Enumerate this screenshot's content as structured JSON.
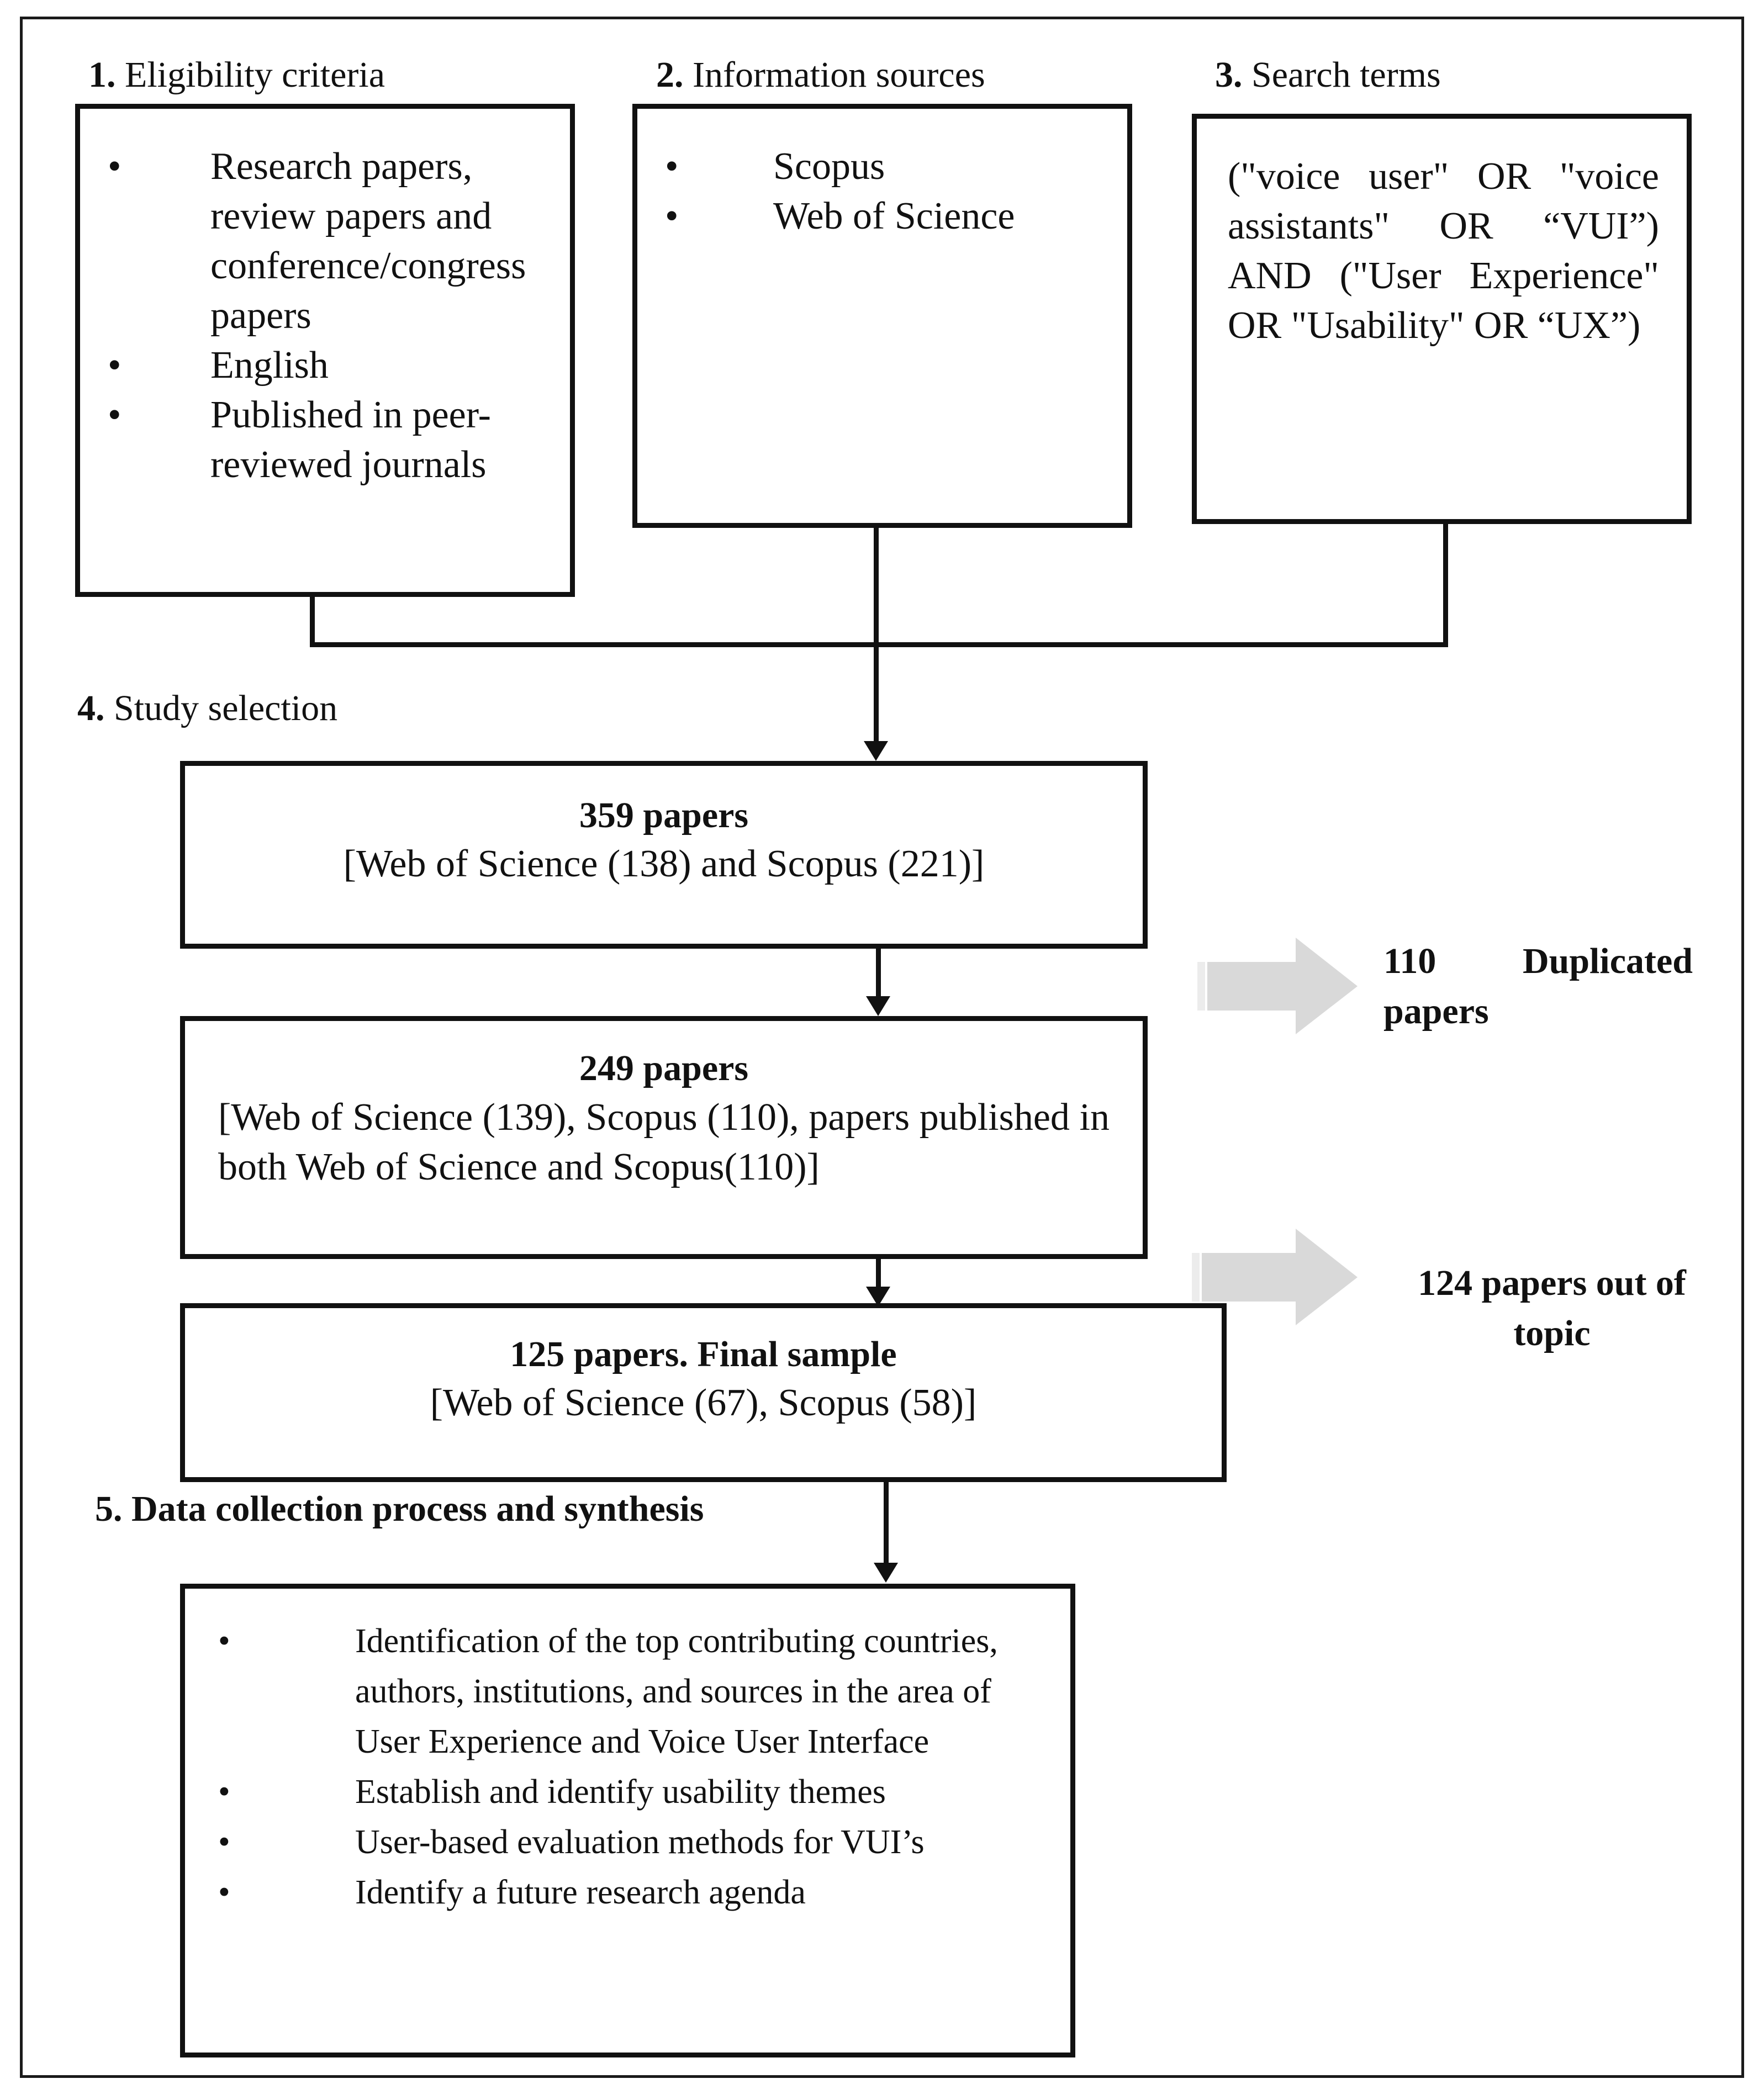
{
  "sections": {
    "eligibility": {
      "number": "1.",
      "title": "Eligibility criteria",
      "items": [
        "Research papers, review papers and conference/congress papers",
        "English",
        "Published in peer-reviewed journals"
      ]
    },
    "sources": {
      "number": "2.",
      "title": "Information sources",
      "items": [
        "Scopus",
        "Web of Science"
      ]
    },
    "search": {
      "number": "3.",
      "title": "Search terms",
      "text": "(\"voice user\" OR \"voice assistants\" OR “VUI”) AND (\"User Experience\" OR \"Usability\" OR “UX”)"
    },
    "selection": {
      "number": "4.",
      "title": "Study selection"
    },
    "synthesis": {
      "title": "5. Data collection process and synthesis",
      "items": [
        "Identification of the top contributing countries, authors, institutions, and sources in the area of User Experience and Voice User Interface",
        "Establish and identify usability themes",
        "User-based evaluation methods for VUI’s",
        "Identify a future research agenda"
      ]
    }
  },
  "stages": [
    {
      "count": "359 papers",
      "detail": "[Web of Science (138) and Scopus (221)]"
    },
    {
      "count": "249 papers",
      "detail": "[Web of Science (139), Scopus (110), papers published in both Web of Science and Scopus(110)]"
    },
    {
      "count": "125 papers. Final sample",
      "detail": "[Web of Science (67), Scopus (58)]"
    }
  ],
  "exclusions": [
    {
      "label": "110 Duplicated papers"
    },
    {
      "label": "124 papers out of topic"
    }
  ],
  "bullet": "•",
  "colors": {
    "line": "#111111",
    "exclusion_arrow": "#d9d9d9"
  }
}
